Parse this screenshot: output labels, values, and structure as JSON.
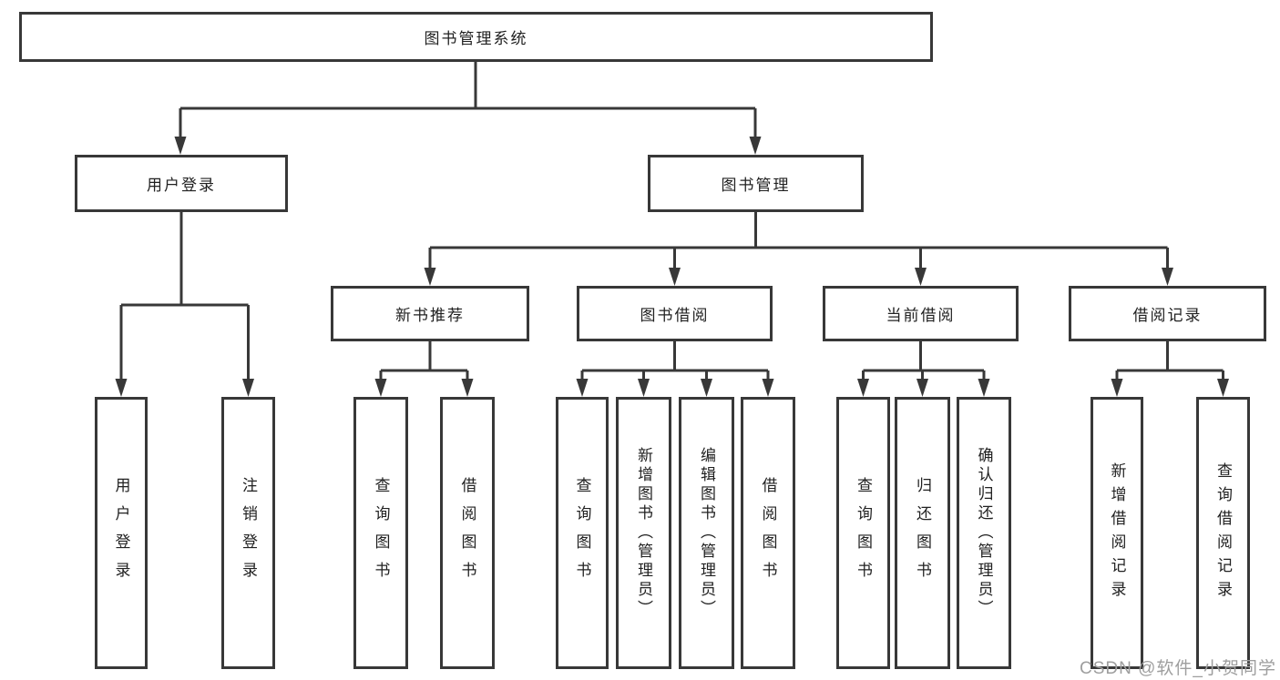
{
  "diagram": {
    "type": "tree",
    "line_color": "#383838",
    "text_color": "#212121",
    "root": {
      "label": "图书管理系统"
    },
    "level2": [
      {
        "label": "用户登录",
        "children": [
          {
            "label": "用户登录"
          },
          {
            "label": "注销登录"
          }
        ]
      },
      {
        "label": "图书管理",
        "children": [
          {
            "label": "新书推荐",
            "children": [
              {
                "label": "查询图书"
              },
              {
                "label": "借阅图书"
              }
            ]
          },
          {
            "label": "图书借阅",
            "children": [
              {
                "label": "查询图书"
              },
              {
                "label": "新增图书（管理员）"
              },
              {
                "label": "编辑图书（管理员）"
              },
              {
                "label": "借阅图书"
              }
            ]
          },
          {
            "label": "当前借阅",
            "children": [
              {
                "label": "查询图书"
              },
              {
                "label": "归还图书"
              },
              {
                "label": "确认归还（管理员）"
              }
            ]
          },
          {
            "label": "借阅记录",
            "children": [
              {
                "label": "新增借阅记录"
              },
              {
                "label": "查询借阅记录"
              }
            ]
          }
        ]
      }
    ]
  },
  "watermark": {
    "text": "CSDN @软件_小贺同学",
    "color": "#9e9e9e"
  }
}
